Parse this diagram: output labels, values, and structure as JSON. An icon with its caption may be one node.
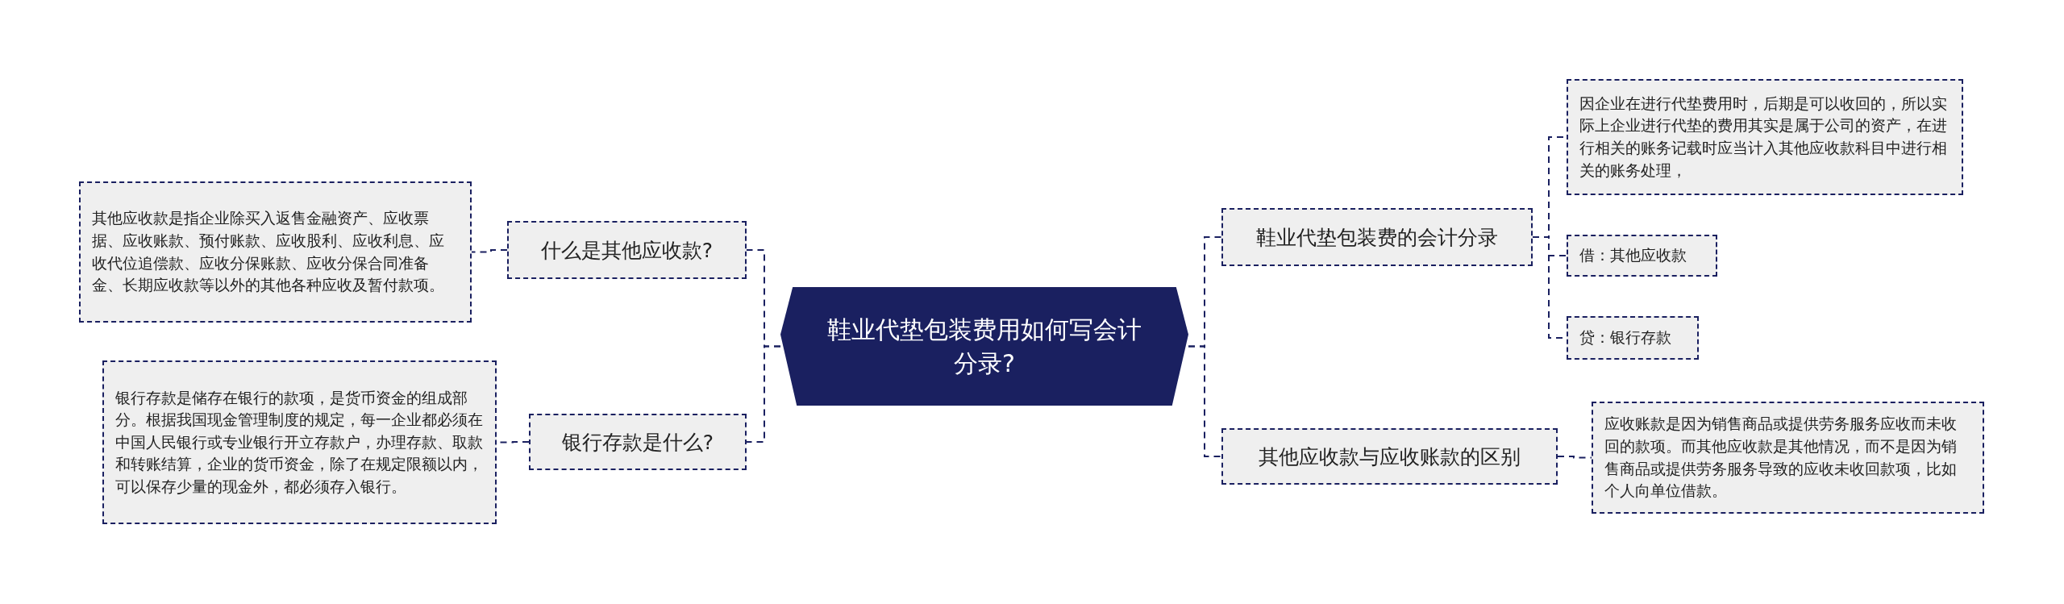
{
  "diagram": {
    "nodes": [
      {
        "text": [
          "鞋业代垫包装费用如何写会计分录?"
        ]
      },
      {
        "text": [
          "什么是其他应收款?"
        ]
      },
      {
        "text": [
          "其他应收款是指企业除买入返售金融资产、应收票据、应收账款、预付账款、应收股利、应收利息、应收代位追偿款、应收分保账款、应收分保合同准备金、长期应收款等以外的其他各种应收及暂付款项。"
        ]
      },
      {
        "text": [
          "银行存款是什么?"
        ]
      },
      {
        "text": [
          "银行存款是储存在银行的款项，是货币资金的组成部分。根据我国现金管理制度的规定，每一企业都必须在中国人民银行或专业银行开立存款户，办理存款、取款和转账结算，企业的货币资金，除了在规定限额以内，可以保存少量的现金外，都必须存入银行。"
        ]
      },
      {
        "text": [
          "鞋业代垫包装费的会计分录"
        ]
      },
      {
        "text": [
          "因企业在进行代垫费用时，后期是可以收回的，所以实际上企业进行代垫的费用其实是属于公司的资产，在进行相关的账务记载时应当计入其他应收款科目中进行相关的账务处理，"
        ]
      },
      {
        "text": [
          "借：其他应收款"
        ]
      },
      {
        "text": [
          "贷：银行存款"
        ]
      },
      {
        "text": [
          "其他应收款与应收账款的区别"
        ]
      },
      {
        "text": [
          "应收账款是因为销售商品或提供劳务服务应收而未收回的款项。而其他应收款是其他情况，而不是因为销售商品或提供劳务服务导致的应收未收回款项，比如个人向单位借款。"
        ]
      }
    ],
    "edges": [
      {
        "from": 0,
        "to": 1,
        "arrow": "none"
      },
      {
        "from": 1,
        "to": 2,
        "arrow": "none"
      },
      {
        "from": 0,
        "to": 3,
        "arrow": "none"
      },
      {
        "from": 3,
        "to": 4,
        "arrow": "none"
      },
      {
        "from": 0,
        "to": 5,
        "arrow": "none"
      },
      {
        "from": 5,
        "to": 6,
        "arrow": "none"
      },
      {
        "from": 5,
        "to": 7,
        "arrow": "none"
      },
      {
        "from": 5,
        "to": 8,
        "arrow": "none"
      },
      {
        "from": 0,
        "to": 9,
        "arrow": "none"
      },
      {
        "from": 9,
        "to": 10,
        "arrow": "none"
      }
    ]
  }
}
